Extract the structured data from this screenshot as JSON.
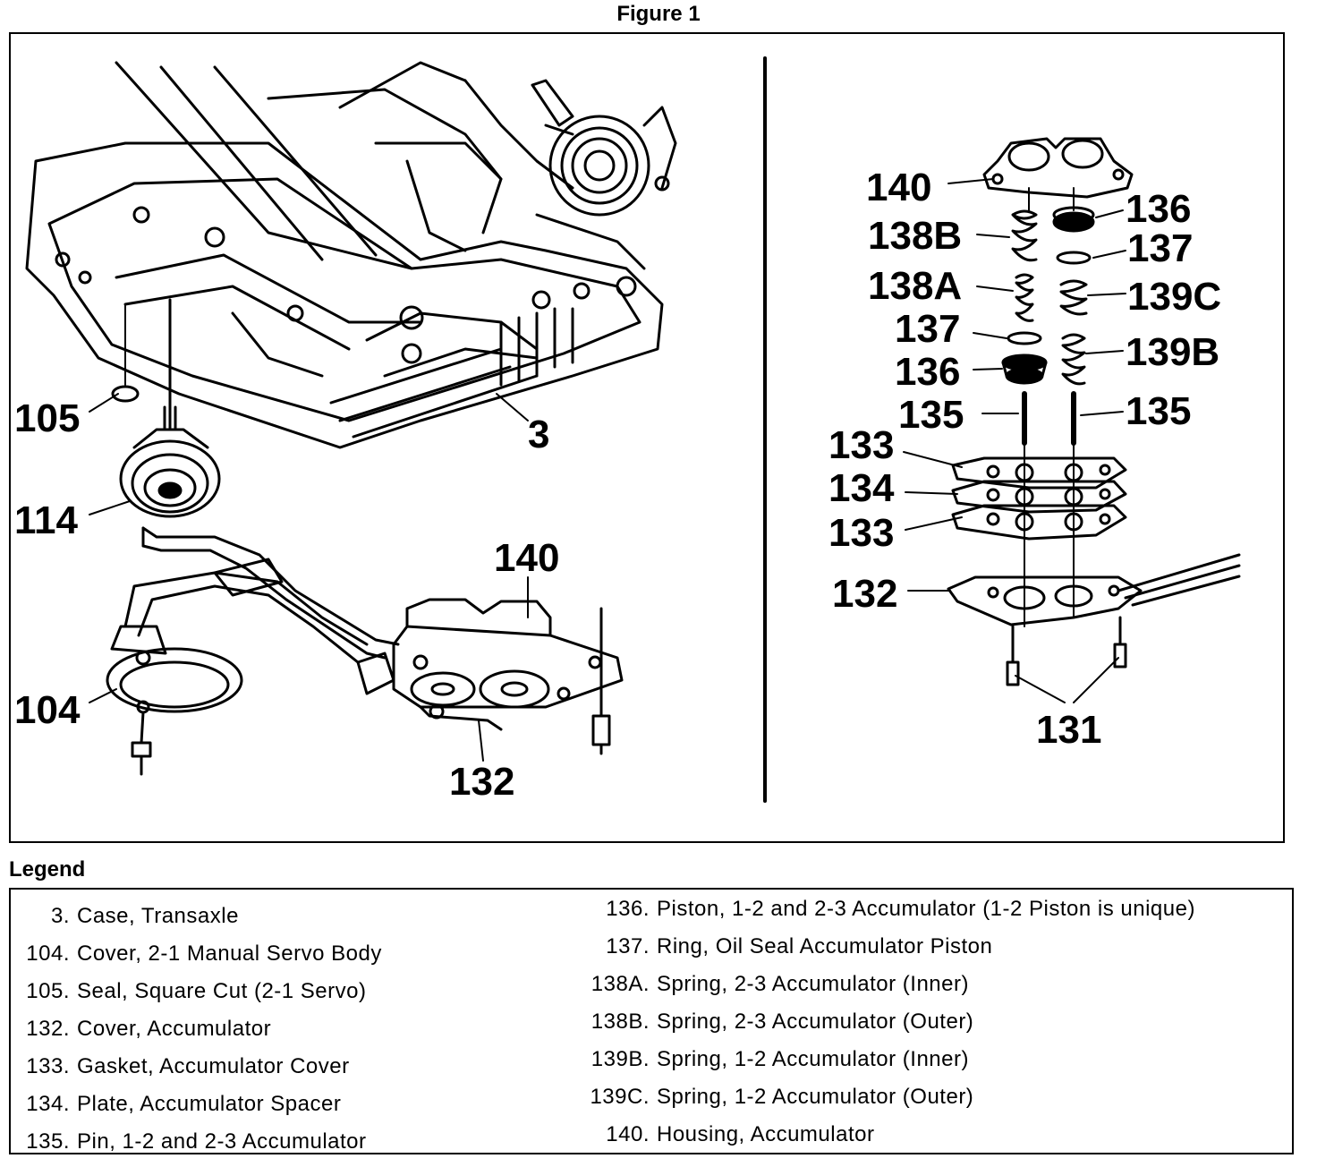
{
  "figure": {
    "title": "Figure 1",
    "callouts": {
      "c105": "105",
      "c114": "114",
      "c3": "3",
      "c140a": "140",
      "c104": "104",
      "c132a": "132",
      "c140b": "140",
      "c138B": "138B",
      "c138A": "138A",
      "c137a": "137",
      "c136a": "136",
      "c135a": "135",
      "c133a": "133",
      "c134": "134",
      "c133b": "133",
      "c132b": "132",
      "c136b": "136",
      "c137b": "137",
      "c139C": "139C",
      "c139B": "139B",
      "c135b": "135",
      "c131": "131"
    }
  },
  "legend": {
    "title": "Legend",
    "left": [
      {
        "num": "3.",
        "desc": "Case, Transaxle"
      },
      {
        "num": "104.",
        "desc": "Cover, 2-1 Manual Servo Body"
      },
      {
        "num": "105.",
        "desc": "Seal, Square Cut (2-1 Servo)"
      },
      {
        "num": "132.",
        "desc": "Cover, Accumulator"
      },
      {
        "num": "133.",
        "desc": "Gasket, Accumulator Cover"
      },
      {
        "num": "134.",
        "desc": "Plate, Accumulator Spacer"
      },
      {
        "num": "135.",
        "desc": "Pin, 1-2 and 2-3 Accumulator"
      }
    ],
    "right": [
      {
        "num": "136.",
        "desc": "Piston, 1-2 and 2-3 Accumulator (1-2 Piston is unique)"
      },
      {
        "num": "137.",
        "desc": "Ring, Oil Seal Accumulator Piston"
      },
      {
        "num": "138A.",
        "desc": "Spring, 2-3 Accumulator (Inner)"
      },
      {
        "num": "138B.",
        "desc": "Spring, 2-3 Accumulator (Outer)"
      },
      {
        "num": "139B.",
        "desc": "Spring, 1-2 Accumulator (Inner)"
      },
      {
        "num": "139C.",
        "desc": "Spring, 1-2 Accumulator (Outer)"
      },
      {
        "num": "140.",
        "desc": "Housing, Accumulator"
      }
    ]
  }
}
